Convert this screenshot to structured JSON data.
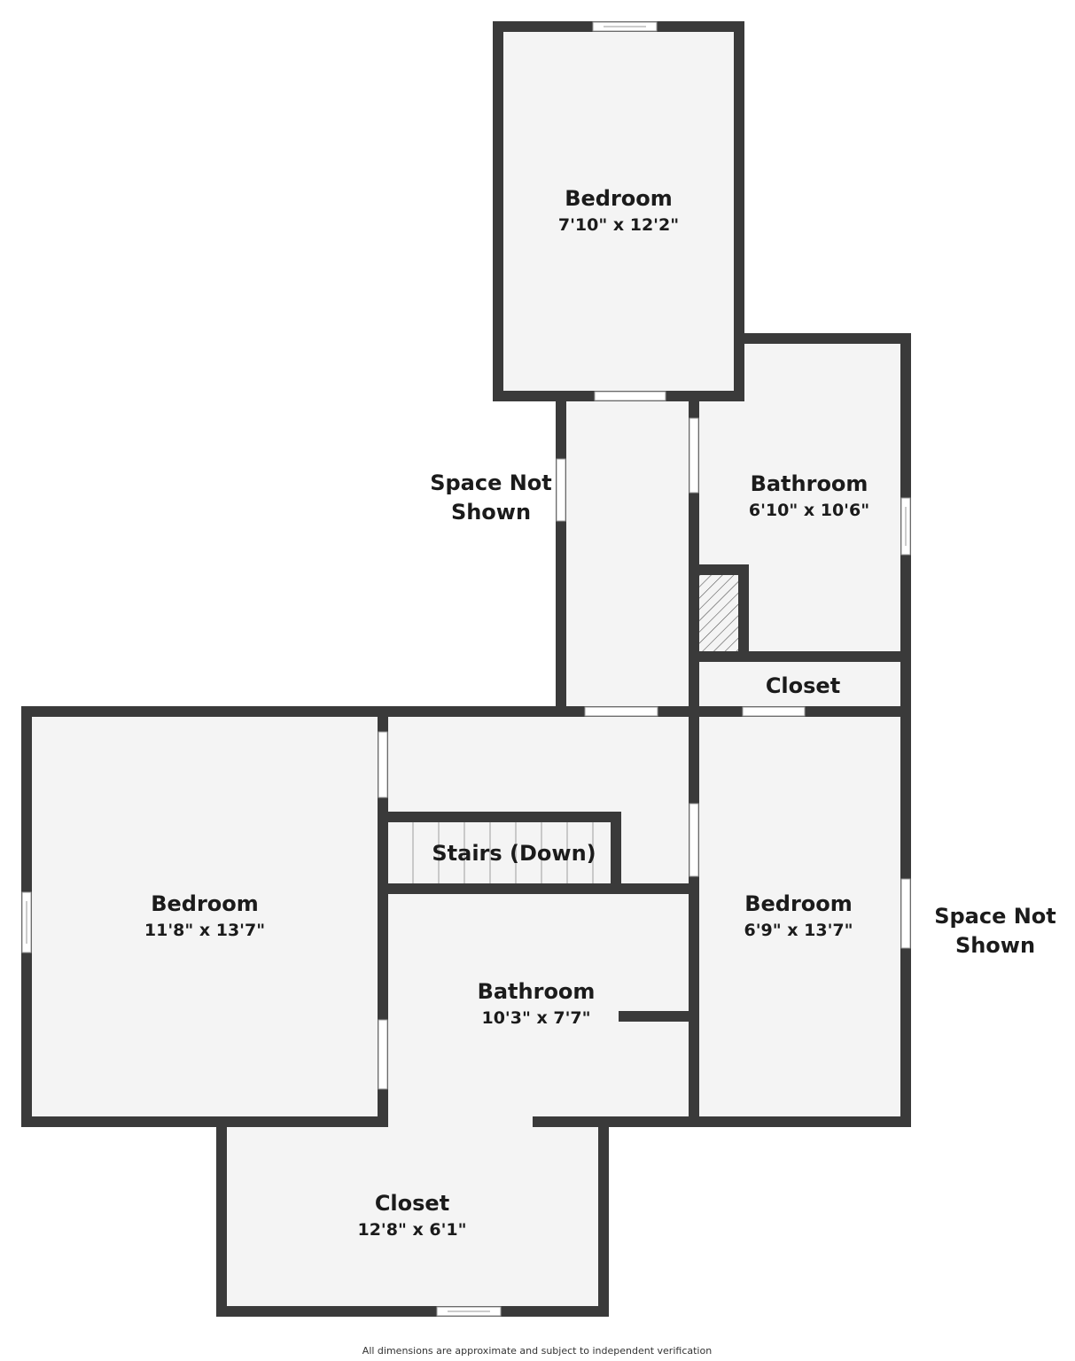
{
  "colors": {
    "wall": "#3a3a3a",
    "floor": "#f4f4f4",
    "opening": "#ffffff",
    "background": "#ffffff"
  },
  "rooms": [
    {
      "id": "bedroom-top",
      "name": "Bedroom",
      "dims": "7'10\" x 12'2\""
    },
    {
      "id": "bathroom-upper",
      "name": "Bathroom",
      "dims": "6'10\" x 10'6\""
    },
    {
      "id": "closet-small",
      "name": "Closet",
      "dims": ""
    },
    {
      "id": "stairs",
      "name": "Stairs (Down)",
      "dims": ""
    },
    {
      "id": "bedroom-left",
      "name": "Bedroom",
      "dims": "11'8\" x 13'7\""
    },
    {
      "id": "bedroom-right",
      "name": "Bedroom",
      "dims": "6'9\" x 13'7\""
    },
    {
      "id": "bathroom-lower",
      "name": "Bathroom",
      "dims": "10'3\" x 7'7\""
    },
    {
      "id": "closet-bottom",
      "name": "Closet",
      "dims": "12'8\" x 6'1\""
    }
  ],
  "outside_labels": {
    "left": [
      "Space Not",
      "Shown"
    ],
    "right": [
      "Space Not",
      "Shown"
    ]
  },
  "footer": "All dimensions are approximate and subject to independent verification"
}
